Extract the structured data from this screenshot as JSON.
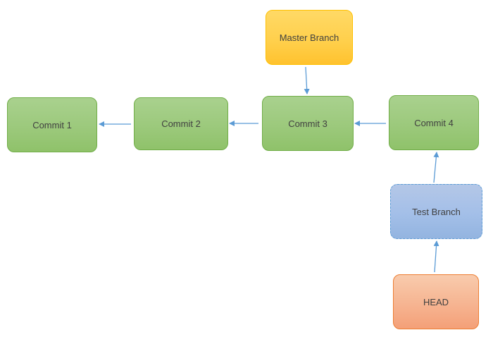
{
  "nodes": {
    "commit1": "Commit 1",
    "commit2": "Commit 2",
    "commit3": "Commit 3",
    "commit4": "Commit 4",
    "master": "Master Branch",
    "test": "Test Branch",
    "head": "HEAD"
  },
  "edges": [
    {
      "from": "Commit 2",
      "to": "Commit 1"
    },
    {
      "from": "Commit 3",
      "to": "Commit 2"
    },
    {
      "from": "Commit 4",
      "to": "Commit 3"
    },
    {
      "from": "Master Branch",
      "to": "Commit 3"
    },
    {
      "from": "Test Branch",
      "to": "Commit 4"
    },
    {
      "from": "HEAD",
      "to": "Test Branch"
    }
  ],
  "colors": {
    "commit_fill": "#a9d18e",
    "commit_border": "#70ad47",
    "master_fill": "#ffd966",
    "master_border": "#ffc000",
    "test_fill": "#a3bfe8",
    "test_border": "#5b9bd5",
    "head_fill": "#f6b491",
    "head_border": "#ed7d31",
    "arrow": "#5b9bd5"
  }
}
